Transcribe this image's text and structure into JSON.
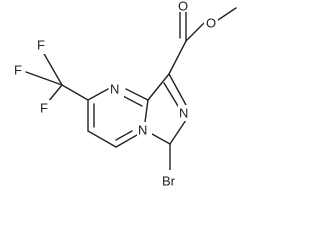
{
  "molecule": {
    "atoms": {
      "o_methoxy": "O",
      "o_carbonyl": "O",
      "n_ring_top": "N",
      "n_bridge": "N",
      "n_imidazole": "N",
      "br": "Br",
      "f1": "F",
      "f2": "F",
      "f3": "F"
    }
  },
  "colors": {
    "bond": "#222222",
    "label": "#222222",
    "background": "#ffffff"
  }
}
